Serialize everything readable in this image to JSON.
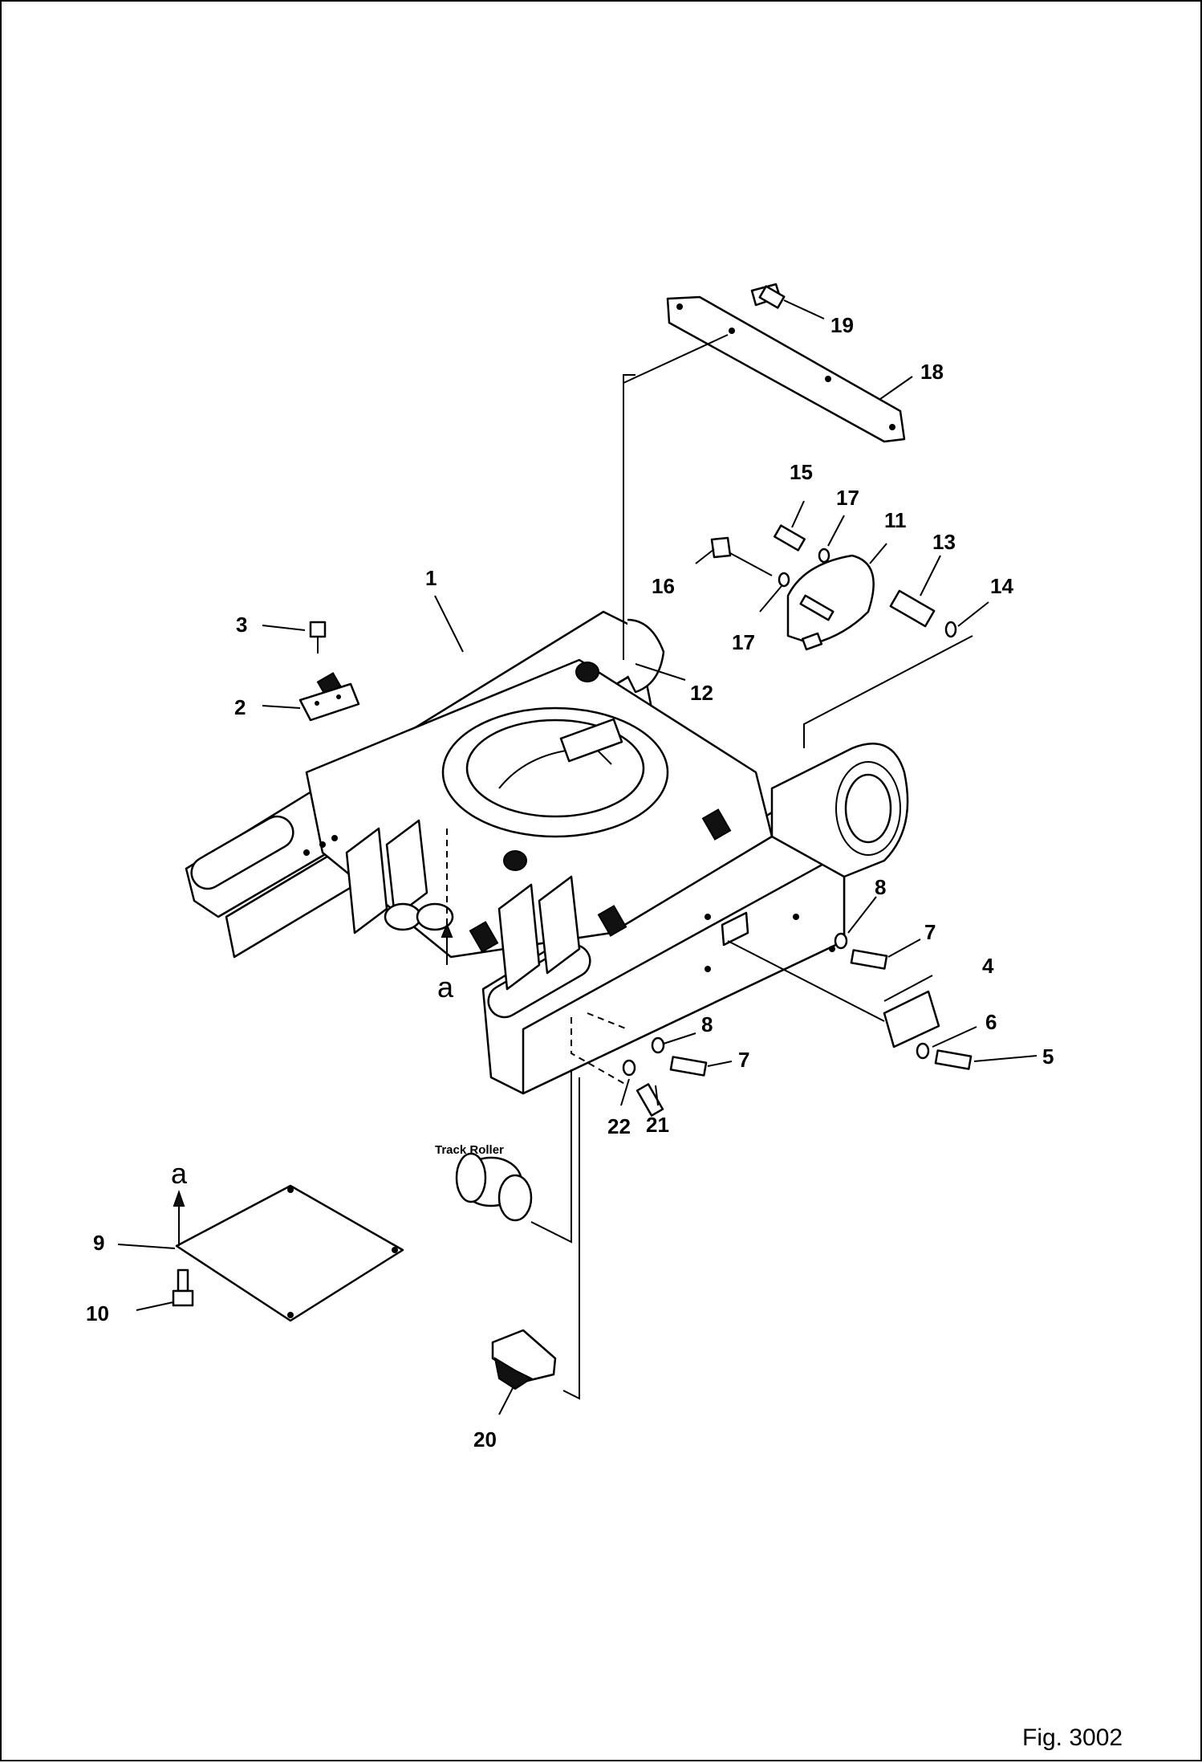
{
  "figure_label": "Fig. 3002",
  "view_marker": "a",
  "track_roller_label": "Track Roller",
  "callouts": {
    "c1": "1",
    "c2": "2",
    "c3": "3",
    "c4": "4",
    "c5": "5",
    "c6": "6",
    "c7a": "7",
    "c7b": "7",
    "c8a": "8",
    "c8b": "8",
    "c9": "9",
    "c10": "10",
    "c11": "11",
    "c12": "12",
    "c13": "13",
    "c14": "14",
    "c15": "15",
    "c16": "16",
    "c17a": "17",
    "c17b": "17",
    "c18": "18",
    "c19": "19",
    "c20": "20",
    "c21": "21",
    "c22": "22"
  }
}
